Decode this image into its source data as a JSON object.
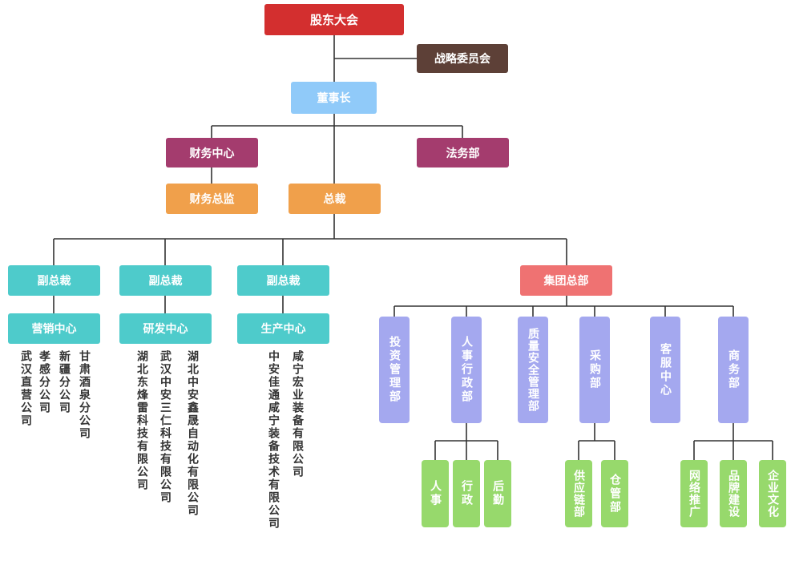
{
  "nodes": {
    "shareholders": "股东大会",
    "strategy": "战略委员会",
    "chairman": "董事长",
    "finance_center": "财务中心",
    "legal": "法务部",
    "finance_director": "财务总监",
    "president": "总裁",
    "vp1": "副总裁",
    "vp2": "副总裁",
    "vp3": "副总裁",
    "group_hq": "集团总部",
    "marketing": "营销中心",
    "rnd": "研发中心",
    "production": "生产中心",
    "investment": "投资管理部",
    "hr_admin": "人事行政部",
    "quality": "质量安全管理部",
    "purchasing": "采购部",
    "service": "客服中心",
    "business": "商务部",
    "hr": "人事",
    "admin": "行政",
    "logistics": "后勤",
    "supply_chain": "供应链部",
    "warehouse": "仓管部",
    "network": "网络推广",
    "brand": "品牌建设",
    "culture": "企业文化"
  },
  "subsidiaries": {
    "marketing": [
      "武汉直营公司",
      "孝感分公司",
      "新疆分公司",
      "甘肃酒泉分公司"
    ],
    "rnd": [
      "湖北东烽雷科技有限公司",
      "武汉中安三仁科技有限公司",
      "湖北中安鑫晟自动化有限公司"
    ],
    "production": [
      "中安佳通咸宁装备技术有限公司",
      "咸宁宏业装备有限公司"
    ]
  }
}
